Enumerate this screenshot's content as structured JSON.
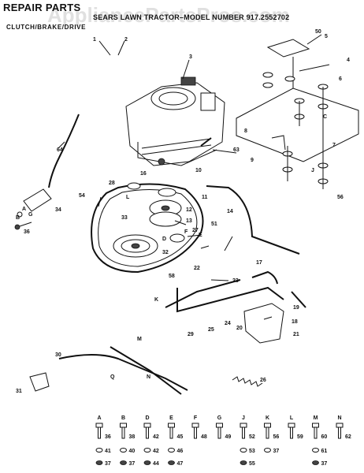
{
  "header": {
    "title": "REPAIR PARTS",
    "subtitle": "SEARS LAWN TRACTOR–MODEL NUMBER 917.2552702",
    "section": "CLUTCH/BRAKE/DRIVE"
  },
  "watermark": "AppliancePartsPros.com",
  "callouts": [
    "1",
    "2",
    "3",
    "4",
    "5",
    "6",
    "7",
    "8",
    "9",
    "10",
    "11",
    "12",
    "13",
    "14",
    "16",
    "17",
    "18",
    "19",
    "20",
    "21",
    "22",
    "23",
    "24",
    "25",
    "26",
    "27",
    "28",
    "29",
    "30",
    "31",
    "32",
    "33",
    "34",
    "36",
    "50",
    "51",
    "54",
    "56",
    "58",
    "63",
    "64",
    "A",
    "B",
    "C",
    "D",
    "E",
    "F",
    "G",
    "J",
    "K",
    "L",
    "M",
    "N",
    "Q"
  ],
  "hardware_key": [
    {
      "letter": "A",
      "parts": [
        "36",
        "41",
        "37"
      ]
    },
    {
      "letter": "B",
      "parts": [
        "38",
        "40",
        "37"
      ]
    },
    {
      "letter": "D",
      "parts": [
        "42",
        "42",
        "44"
      ]
    },
    {
      "letter": "E",
      "parts": [
        "45",
        "46",
        "47"
      ]
    },
    {
      "letter": "F",
      "parts": [
        "48"
      ]
    },
    {
      "letter": "G",
      "parts": [
        "49"
      ]
    },
    {
      "letter": "J",
      "parts": [
        "52",
        "53",
        "55"
      ]
    },
    {
      "letter": "K",
      "parts": [
        "56",
        "37"
      ]
    },
    {
      "letter": "L",
      "parts": [
        "59"
      ]
    },
    {
      "letter": "M",
      "parts": [
        "60",
        "61",
        "37"
      ]
    },
    {
      "letter": "N",
      "parts": [
        "62"
      ]
    }
  ],
  "colors": {
    "ink": "#111111",
    "paper": "#ffffff",
    "watermark": "#d6d6d6"
  }
}
